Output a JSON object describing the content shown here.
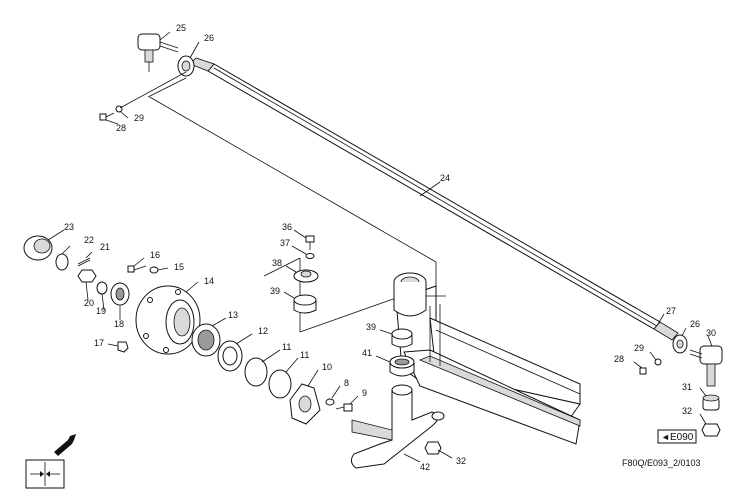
{
  "callouts": [
    {
      "id": "c25",
      "text": "25"
    },
    {
      "id": "c26a",
      "text": "26"
    },
    {
      "id": "c28a",
      "text": "28"
    },
    {
      "id": "c29a",
      "text": "29"
    },
    {
      "id": "c24",
      "text": "24"
    },
    {
      "id": "c23",
      "text": "23"
    },
    {
      "id": "c22",
      "text": "22"
    },
    {
      "id": "c21",
      "text": "21"
    },
    {
      "id": "c16",
      "text": "16"
    },
    {
      "id": "c15",
      "text": "15"
    },
    {
      "id": "c14",
      "text": "14"
    },
    {
      "id": "c20",
      "text": "20"
    },
    {
      "id": "c19",
      "text": "19"
    },
    {
      "id": "c18",
      "text": "18"
    },
    {
      "id": "c17",
      "text": "17"
    },
    {
      "id": "c13",
      "text": "13"
    },
    {
      "id": "c12",
      "text": "12"
    },
    {
      "id": "c11a",
      "text": "11"
    },
    {
      "id": "c11b",
      "text": "11"
    },
    {
      "id": "c10",
      "text": "10"
    },
    {
      "id": "c8",
      "text": "8"
    },
    {
      "id": "c9",
      "text": "9"
    },
    {
      "id": "c36",
      "text": "36"
    },
    {
      "id": "c37",
      "text": "37"
    },
    {
      "id": "c38",
      "text": "38"
    },
    {
      "id": "c39a",
      "text": "39"
    },
    {
      "id": "c39b",
      "text": "39"
    },
    {
      "id": "c41",
      "text": "41"
    },
    {
      "id": "c42",
      "text": "42"
    },
    {
      "id": "c32a",
      "text": "32"
    },
    {
      "id": "c27",
      "text": "27"
    },
    {
      "id": "c26b",
      "text": "26"
    },
    {
      "id": "c30",
      "text": "30"
    },
    {
      "id": "c28b",
      "text": "28"
    },
    {
      "id": "c29b",
      "text": "29"
    },
    {
      "id": "c31",
      "text": "31"
    },
    {
      "id": "c32b",
      "text": "32"
    }
  ],
  "reference_box": {
    "arrow": "◄",
    "code": "E090"
  },
  "drawing_code": "F80Q/E093_2/0103",
  "icons": {
    "direction_arrow": "arrow-icon",
    "view_symbol": "view-direction-symbol"
  },
  "colors": {
    "line": "#111111",
    "shade": "#d9d9d9",
    "dark": "#9a9a9a",
    "background": "#ffffff"
  }
}
